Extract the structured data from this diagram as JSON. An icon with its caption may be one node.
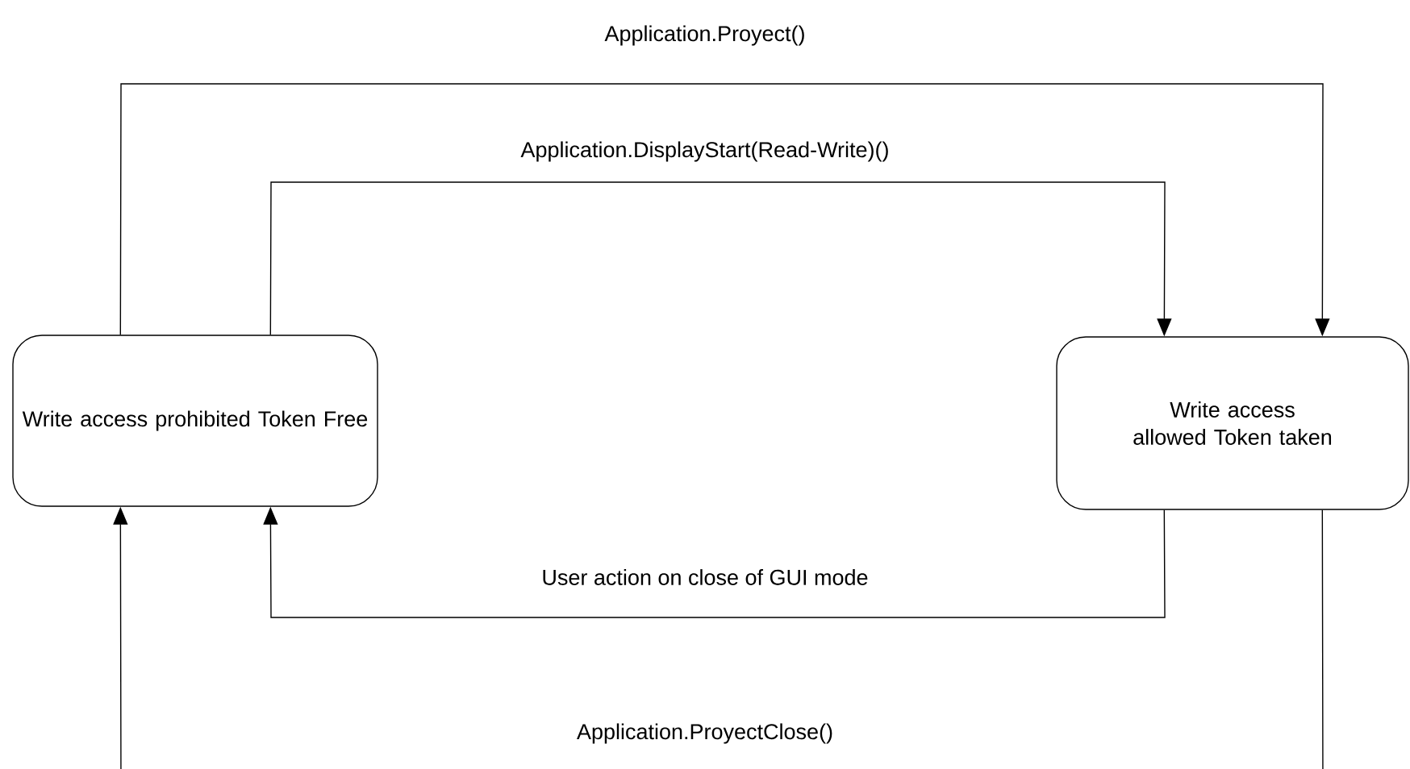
{
  "diagram": {
    "nodes": [
      {
        "text": [
          "Write access prohibited Token Free"
        ]
      },
      {
        "text": [
          "Write access allowed Token taken"
        ]
      }
    ],
    "edges": [
      {
        "from": 0,
        "to": 1,
        "arrow": "to",
        "label": "Application.Proyect()"
      },
      {
        "from": 0,
        "to": 1,
        "arrow": "to",
        "label": "Application.DisplayStart(Read-Write)()"
      },
      {
        "from": 1,
        "to": 0,
        "arrow": "to",
        "label": "User action on close of GUI mode"
      },
      {
        "from": 1,
        "to": 0,
        "arrow": "to",
        "label": "Application.ProyectClose()"
      }
    ]
  }
}
